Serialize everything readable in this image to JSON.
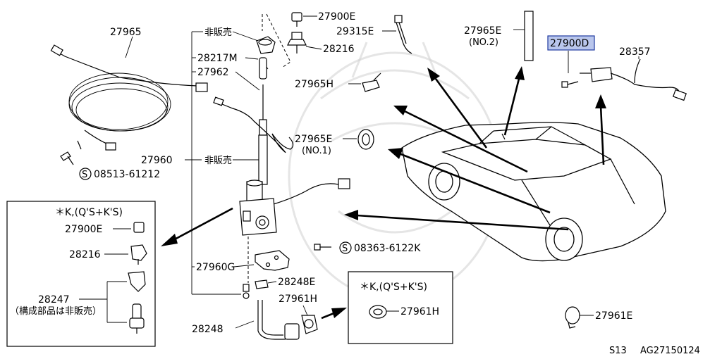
{
  "callouts": {
    "c27965": "27965",
    "c27900E_top": "27900E",
    "c29315E": "29315E",
    "c27965E_no2": "27965E",
    "c27965E_no2_sub": "(NO.2)",
    "c27900D": "27900D",
    "c28357": "28357",
    "c_hihanbai1": "非販売",
    "c28217M": "28217M",
    "c28216_top": "28216",
    "c27962": "27962",
    "c27965H": "27965H",
    "c27965E_no1": "27965E",
    "c27965E_no1_sub": "(NO.1)",
    "c27960": "27960",
    "c_hihanbai2": "非販売",
    "c08513": "08513-61212",
    "c08363": "08363-6122K",
    "c27960G": "27960G",
    "c28248E": "28248E",
    "c28248": "28248",
    "c27961H": "27961H",
    "c27961E": "27961E"
  },
  "left_box": {
    "heading": "＊K,(Q'S+K'S)",
    "c27900E": "27900E",
    "c28216": "28216",
    "c28247": "28247",
    "note": "（構成部品は非販売）"
  },
  "right_box": {
    "heading": "＊K,(Q'S+K'S)",
    "c27961H": "27961H"
  },
  "footer": {
    "model": "S13",
    "diagram_id": "AG27150124"
  },
  "symbols": {
    "screw_symbol": "S"
  },
  "colors": {
    "highlight_fill": "#b9c6ec",
    "highlight_border": "#1f3aa0"
  }
}
